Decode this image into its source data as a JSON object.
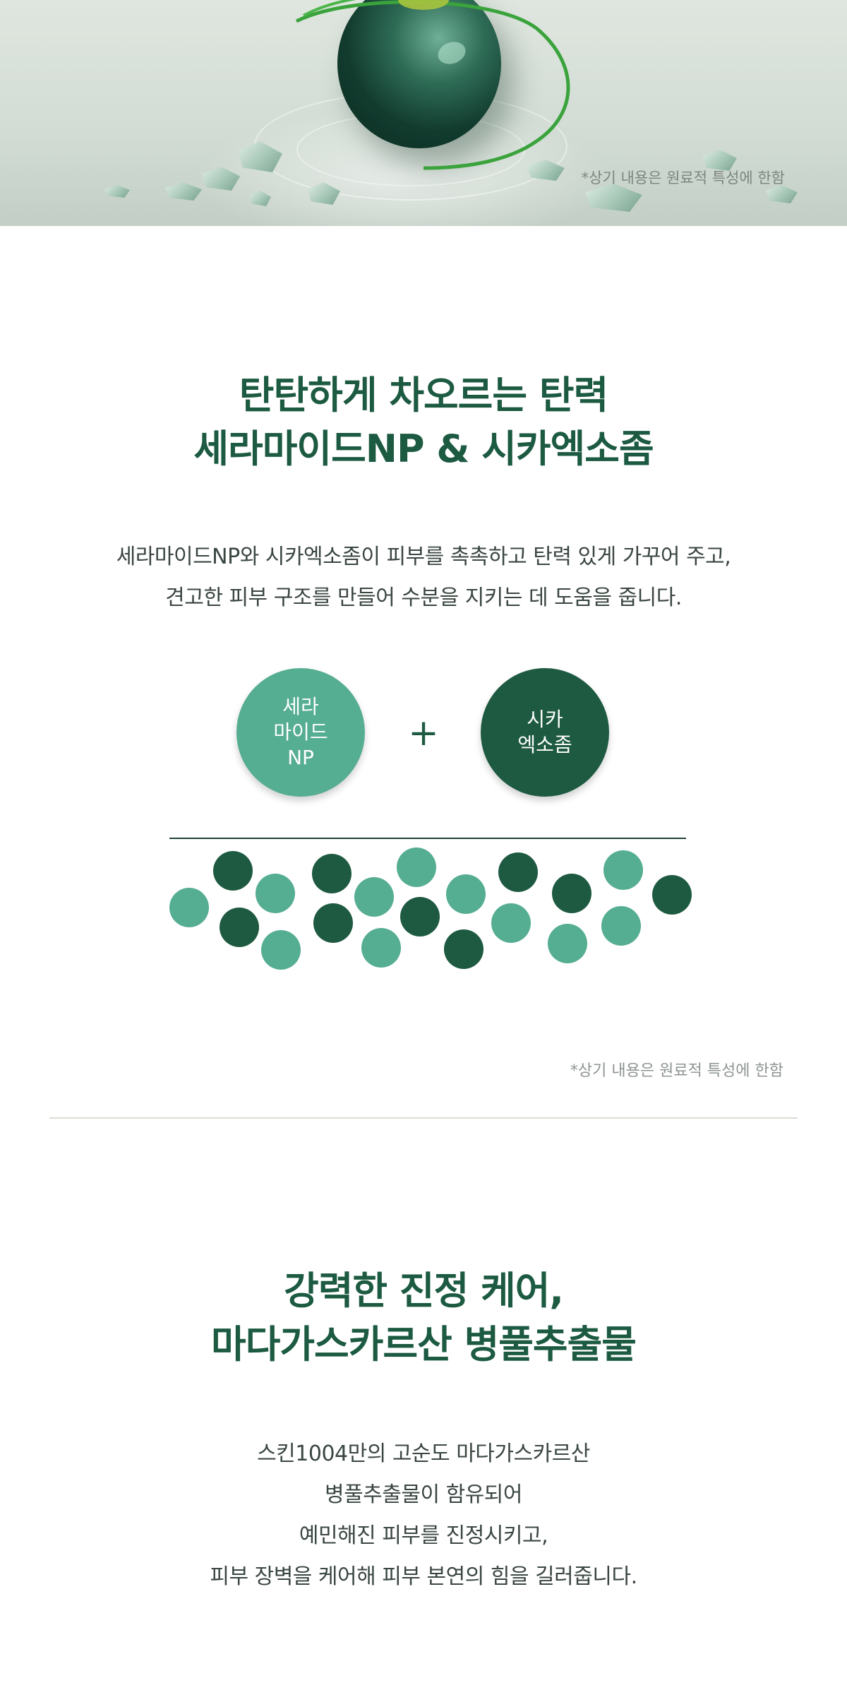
{
  "hero": {
    "image_label": "crystal-orb-with-green-wire-on-ripple",
    "note": "*상기 내용은 원료적 특성에 한함"
  },
  "section1": {
    "title_lines": [
      "탄탄하게 차오르는 탄력",
      "세라마이드NP & 시카엑소좀"
    ],
    "desc_lines": [
      "세라마이드NP와 시카엑소좀이 피부를 촉촉하고 탄력 있게 가꾸어 주고,",
      "견고한 피부 구조를 만들어 수분을 지키는 데 도움을 줍니다."
    ],
    "ingredients": [
      {
        "lines": [
          "세라",
          "마이드",
          "NP"
        ],
        "color": "#55ad92"
      },
      {
        "lines": [
          "시카",
          "엑소좀"
        ],
        "color": "#1e5a41"
      }
    ],
    "plus": "+",
    "note": "*상기 내용은 원료적 특성에 한함"
  },
  "section2": {
    "title_lines": [
      "강력한 진정 케어,",
      "마다가스카르산 병풀추출물"
    ],
    "desc_lines": [
      "스킨1004만의 고순도 마다가스카르산",
      "병풀추출물이 함유되어",
      "예민해진 피부를 진정시키고,",
      "피부 장벽을 케어해 피부 본연의 힘을 길러줍니다."
    ]
  },
  "colors": {
    "accent_dark": "#1e5a41",
    "accent_light": "#55ad92",
    "title": "#1c5a41"
  }
}
